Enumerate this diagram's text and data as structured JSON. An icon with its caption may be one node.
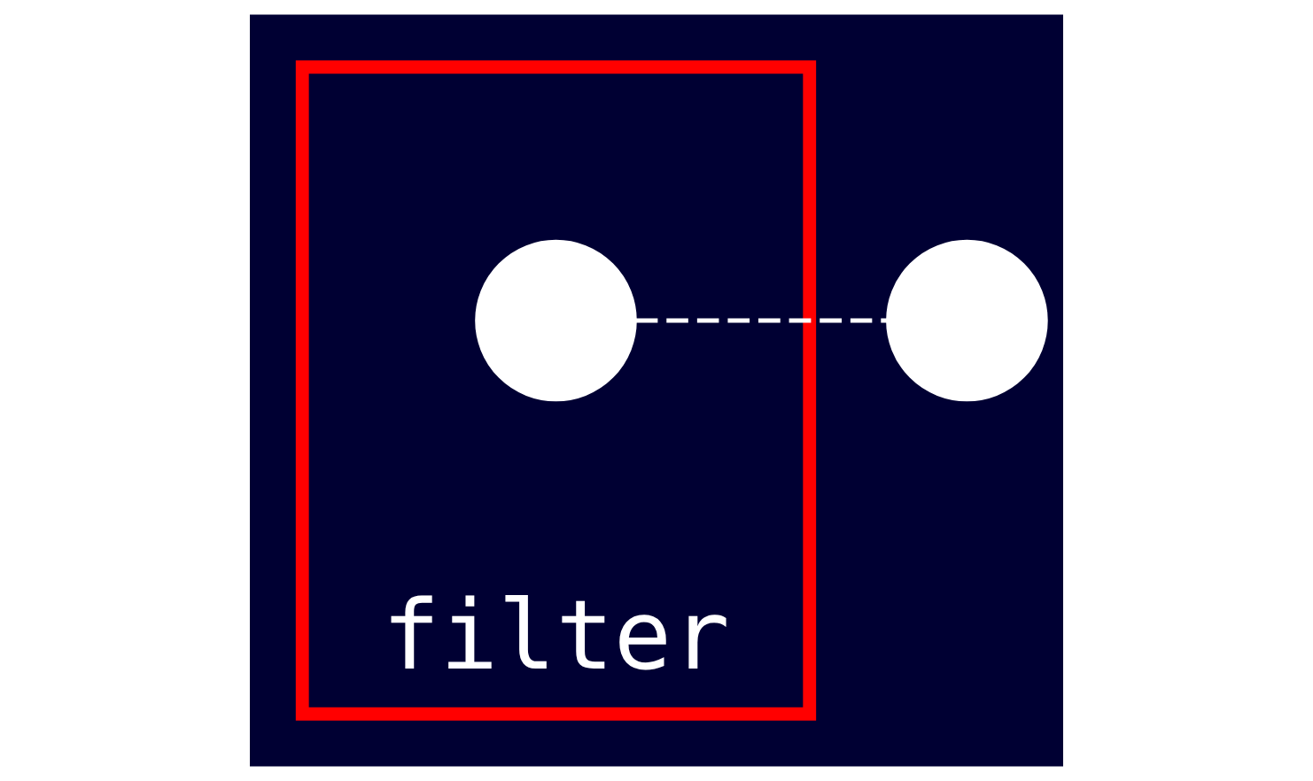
{
  "diagram": {
    "nodes": [
      {
        "text": [
          "filter"
        ]
      },
      {
        "text": [],
        "shape": "circle"
      },
      {
        "text": [],
        "shape": "circle",
        "in": 0
      }
    ],
    "edges": [
      {
        "from": 2,
        "to": 1,
        "arrow": "none",
        "style": "dashed"
      }
    ]
  }
}
